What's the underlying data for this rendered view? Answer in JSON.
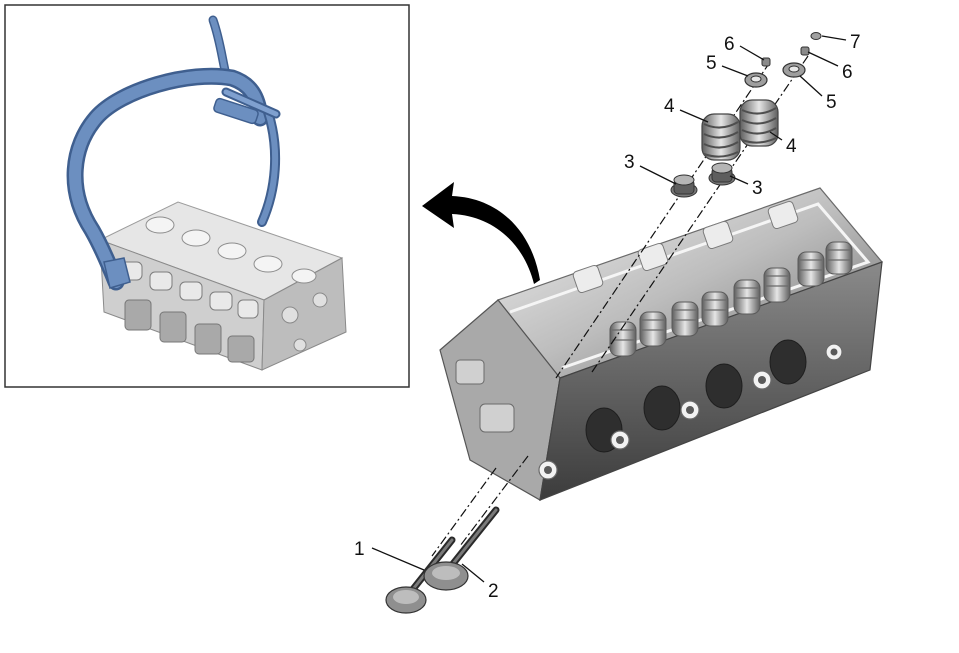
{
  "colors": {
    "tool_blue": "#6c8fc0",
    "tool_blue_dark": "#3f5f8f",
    "metal_light": "#d9d9d9",
    "metal_mid": "#a6a6a6",
    "metal_dark": "#4a4a4a",
    "inset_border": "#333333",
    "arrow": "#000000"
  },
  "icons": {
    "inset_tool": "valve-spring-compressor-icon",
    "direction_arrow": "curved-arrow-icon"
  },
  "callouts": {
    "c1": "1",
    "c2": "2",
    "c3a": "3",
    "c3b": "3",
    "c4a": "4",
    "c4b": "4",
    "c5a": "5",
    "c5b": "5",
    "c6a": "6",
    "c6b": "6",
    "c7": "7"
  }
}
